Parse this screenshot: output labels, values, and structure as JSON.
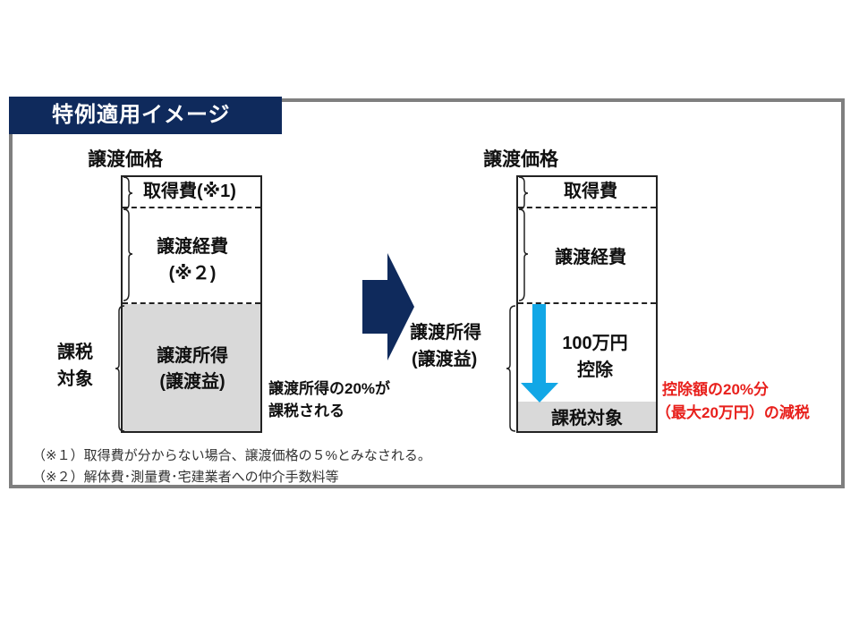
{
  "title": "特例適用イメージ",
  "before": {
    "header": "譲渡価格",
    "acquisition_cost": "取得費(※1)",
    "transfer_expense": "譲渡経費",
    "transfer_expense_note": "(※２)",
    "transfer_income": "譲渡所得",
    "transfer_gain": "(譲渡益)",
    "taxable_label_1": "課税",
    "taxable_label_2": "対象",
    "tax_note_1": "譲渡所得の20%が",
    "tax_note_2": "課税される"
  },
  "after": {
    "header": "譲渡価格",
    "acquisition_cost": "取得費",
    "transfer_expense": "譲渡経費",
    "transfer_income": "譲渡所得",
    "transfer_gain": "(譲渡益)",
    "deduction_amount": "100万円",
    "deduction_label": "控除",
    "taxable": "課税対象",
    "reduction_note_1": "控除額の20%分",
    "reduction_note_2": "（最大20万円）の減税"
  },
  "footnotes": [
    "（※１）取得費が分からない場合、譲渡価格の５%とみなされる。",
    "（※２）解体費･測量費･宅建業者への仲介手数料等"
  ],
  "colors": {
    "navy": "#0f2a5c",
    "arrow_blue": "#12a7e6",
    "red": "#e8201c",
    "gray_fill": "#d9d9d9"
  }
}
